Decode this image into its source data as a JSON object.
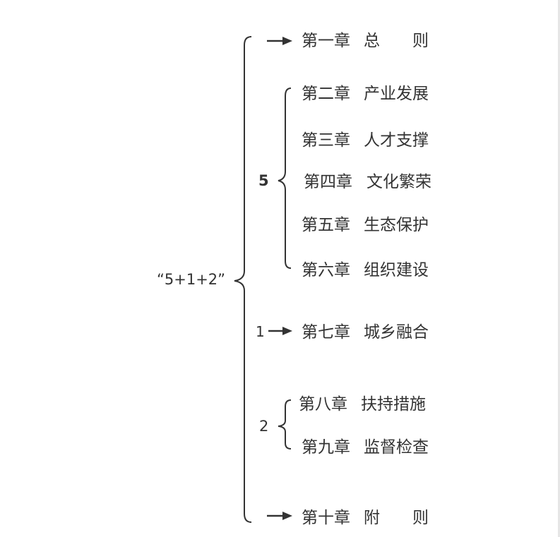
{
  "root_label": "“5+1+2”",
  "groups": {
    "five": {
      "count_label": "5"
    },
    "one": {
      "count_label": "1"
    },
    "two": {
      "count_label": "2"
    }
  },
  "chapters": [
    {
      "number": "第一章",
      "title": "总　　则"
    },
    {
      "number": "第二章",
      "title": "产业发展"
    },
    {
      "number": "第三章",
      "title": "人才支撑"
    },
    {
      "number": "第四章",
      "title": "文化繁荣"
    },
    {
      "number": "第五章",
      "title": "生态保护"
    },
    {
      "number": "第六章",
      "title": "组织建设"
    },
    {
      "number": "第七章",
      "title": "城乡融合"
    },
    {
      "number": "第八章",
      "title": "扶持措施"
    },
    {
      "number": "第九章",
      "title": "监督检查"
    },
    {
      "number": "第十章",
      "title": "附　　则"
    }
  ],
  "colors": {
    "line": "#333333",
    "text": "#333333"
  }
}
